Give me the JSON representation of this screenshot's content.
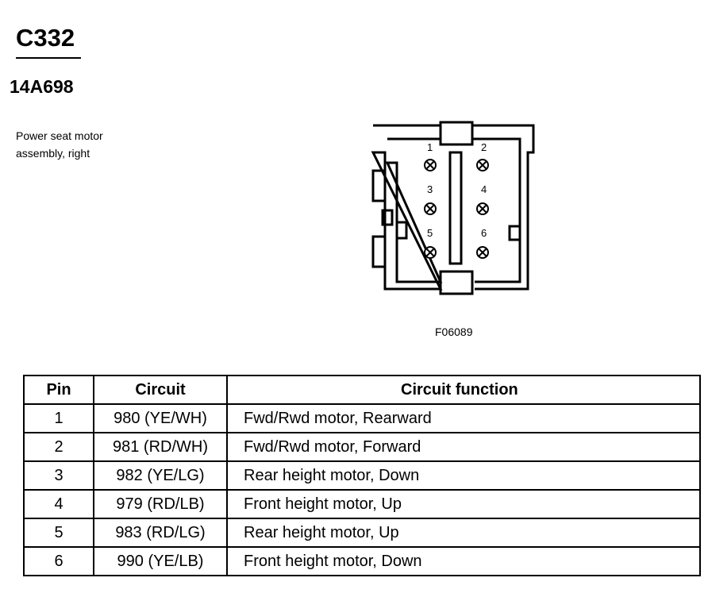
{
  "connector": {
    "id": "C332",
    "part_number": "14A698",
    "description_line1": "Power seat motor",
    "description_line2": "assembly, right"
  },
  "diagram": {
    "figure_id": "F06089",
    "pin_labels": [
      "1",
      "2",
      "3",
      "4",
      "5",
      "6"
    ]
  },
  "table": {
    "headers": {
      "pin": "Pin",
      "circuit": "Circuit",
      "function": "Circuit function"
    },
    "rows": [
      {
        "pin": "1",
        "circuit": "980 (YE/WH)",
        "function": "Fwd/Rwd motor, Rearward"
      },
      {
        "pin": "2",
        "circuit": "981 (RD/WH)",
        "function": "Fwd/Rwd motor, Forward"
      },
      {
        "pin": "3",
        "circuit": "982 (YE/LG)",
        "function": "Rear height motor, Down"
      },
      {
        "pin": "4",
        "circuit": "979 (RD/LB)",
        "function": "Front height motor, Up"
      },
      {
        "pin": "5",
        "circuit": "983 (RD/LG)",
        "function": "Rear height motor, Up"
      },
      {
        "pin": "6",
        "circuit": "990 (YE/LB)",
        "function": "Front height motor, Down"
      }
    ]
  }
}
